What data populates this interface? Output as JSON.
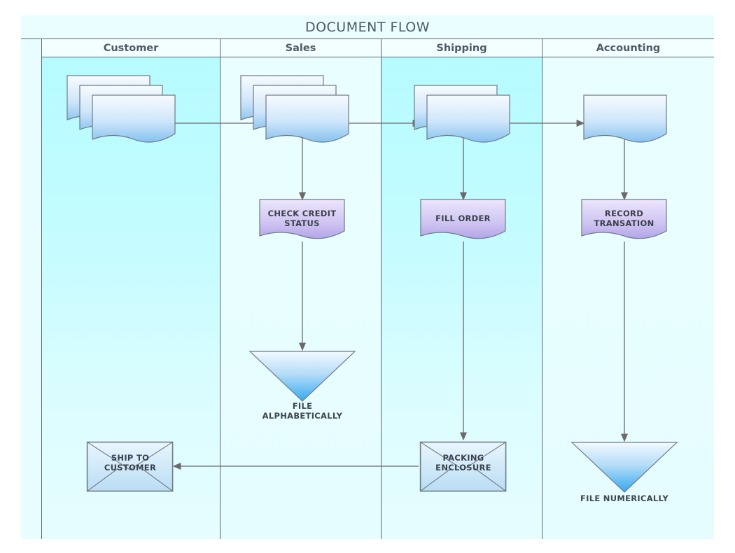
{
  "diagram": {
    "title": "DOCUMENT FLOW",
    "type": "cross-functional-flowchart",
    "lanes": [
      {
        "id": "customer",
        "label": "Customer",
        "shade": "hot"
      },
      {
        "id": "sales",
        "label": "Sales",
        "shade": "cool"
      },
      {
        "id": "shipping",
        "label": "Shipping",
        "shade": "hot"
      },
      {
        "id": "accounting",
        "label": "Accounting",
        "shade": "cool"
      }
    ],
    "nodes": {
      "customer_docs": {
        "label": "",
        "shape": "multi-document",
        "copies": 3,
        "lane": "customer"
      },
      "sales_docs": {
        "label": "",
        "shape": "multi-document",
        "copies": 3,
        "lane": "sales"
      },
      "shipping_docs": {
        "label": "",
        "shape": "multi-document",
        "copies": 2,
        "lane": "shipping"
      },
      "accounting_doc": {
        "label": "",
        "shape": "document",
        "copies": 1,
        "lane": "accounting"
      },
      "check_credit": {
        "label": "CHECK CREDIT STATUS",
        "line1": "CHECK CREDIT",
        "line2": "STATUS",
        "shape": "document",
        "lane": "sales"
      },
      "fill_order": {
        "label": "FILL ORDER",
        "line1": "FILL ORDER",
        "line2": "",
        "shape": "document",
        "lane": "shipping"
      },
      "record_trans": {
        "label": "RECORD TRANSATION",
        "line1": "RECORD",
        "line2": "TRANSATION",
        "shape": "document",
        "lane": "accounting"
      },
      "file_alpha": {
        "label": "FILE ALPHABETICALLY",
        "line1": "FILE",
        "line2": "ALPHABETICALLY",
        "shape": "triangle-down",
        "lane": "sales"
      },
      "file_numeric": {
        "label": "FILE NUMERICALLY",
        "line1": "FILE NUMERICALLY",
        "line2": "",
        "shape": "triangle-down",
        "lane": "accounting"
      },
      "ship_customer": {
        "label": "SHIP TO CUSTOMER",
        "line1": "SHIP TO",
        "line2": "CUSTOMER",
        "shape": "envelope",
        "lane": "customer"
      },
      "packing_enclosure": {
        "label": "PACKING ENCLOSURE",
        "line1": "PACKING",
        "line2": "ENCLOSURE",
        "shape": "envelope",
        "lane": "shipping"
      }
    },
    "edges": [
      {
        "from": "customer_docs",
        "to": "sales_docs",
        "direction": "right"
      },
      {
        "from": "sales_docs",
        "to": "shipping_docs",
        "direction": "right"
      },
      {
        "from": "shipping_docs",
        "to": "accounting_doc",
        "direction": "right"
      },
      {
        "from": "sales_docs",
        "to": "check_credit",
        "direction": "down"
      },
      {
        "from": "shipping_docs",
        "to": "fill_order",
        "direction": "down"
      },
      {
        "from": "accounting_doc",
        "to": "record_trans",
        "direction": "down"
      },
      {
        "from": "check_credit",
        "to": "file_alpha",
        "direction": "down"
      },
      {
        "from": "fill_order",
        "to": "packing_enclosure",
        "direction": "down"
      },
      {
        "from": "record_trans",
        "to": "file_numeric",
        "direction": "down"
      },
      {
        "from": "packing_enclosure",
        "to": "ship_customer",
        "direction": "left"
      }
    ],
    "colors": {
      "document_fill_top": "#f4f9ff",
      "document_fill_bottom": "#84c1ef",
      "process_fill_top": "#ebe4fb",
      "process_fill_bottom": "#b5a8e8",
      "triangle_fill_top": "#eef7fe",
      "triangle_fill_bottom": "#3cabf0",
      "envelope_fill": "#cfe9fa",
      "lane_border": "#5b6672",
      "lane_fill_hot": "#bdfbff",
      "lane_fill_cool": "#e9feff",
      "connector": "#6a6a6a",
      "text": "#4f5a66"
    }
  }
}
